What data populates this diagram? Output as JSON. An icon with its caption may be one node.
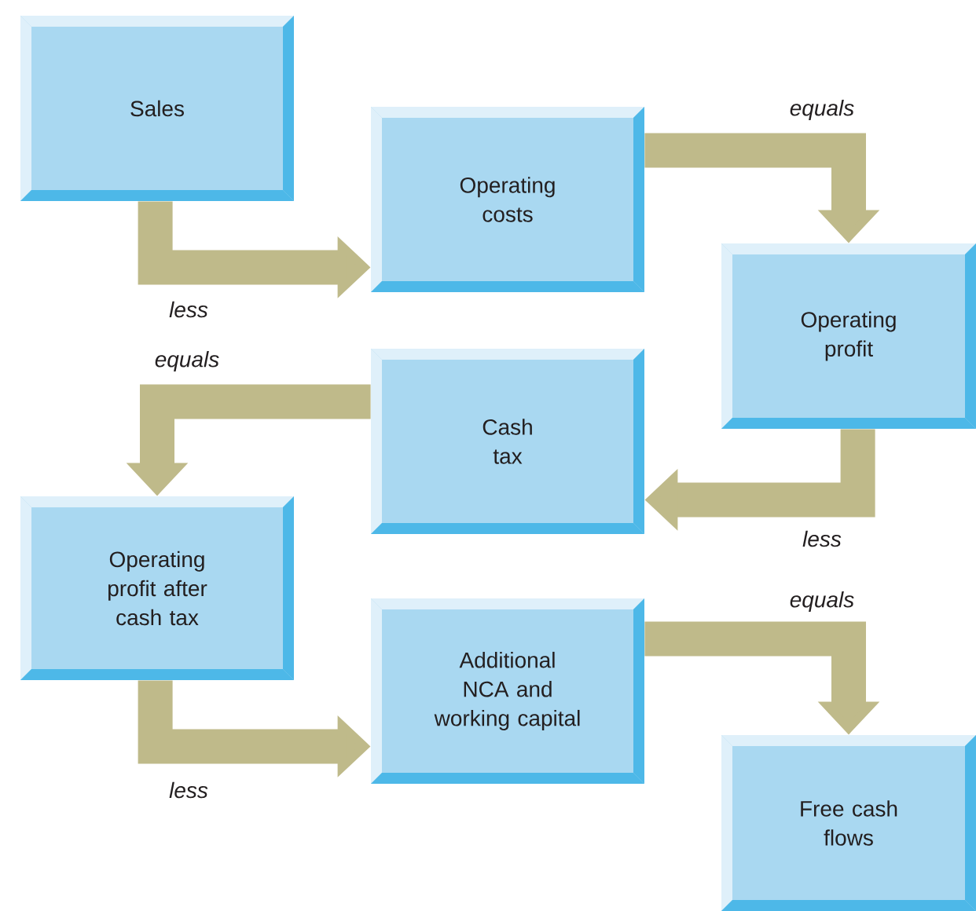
{
  "diagram": {
    "nodes": [
      {
        "text": [
          "Sales"
        ]
      },
      {
        "text": [
          "Operating costs"
        ]
      },
      {
        "text": [
          "Operating profit"
        ]
      },
      {
        "text": [
          "Cash tax"
        ]
      },
      {
        "text": [
          "Operating profit after cash tax"
        ]
      },
      {
        "text": [
          "Additional NCA and working capital"
        ]
      },
      {
        "text": [
          "Free cash flows"
        ]
      }
    ],
    "edges": [
      {
        "from": 0,
        "to": 1,
        "arrow": "to",
        "label": "less"
      },
      {
        "from": 1,
        "to": 2,
        "arrow": "to",
        "label": "equals"
      },
      {
        "from": 2,
        "to": 3,
        "arrow": "to",
        "label": "less"
      },
      {
        "from": 3,
        "to": 4,
        "arrow": "to",
        "label": "equals"
      },
      {
        "from": 4,
        "to": 5,
        "arrow": "to",
        "label": "less"
      },
      {
        "from": 5,
        "to": 6,
        "arrow": "to",
        "label": "equals"
      }
    ]
  }
}
